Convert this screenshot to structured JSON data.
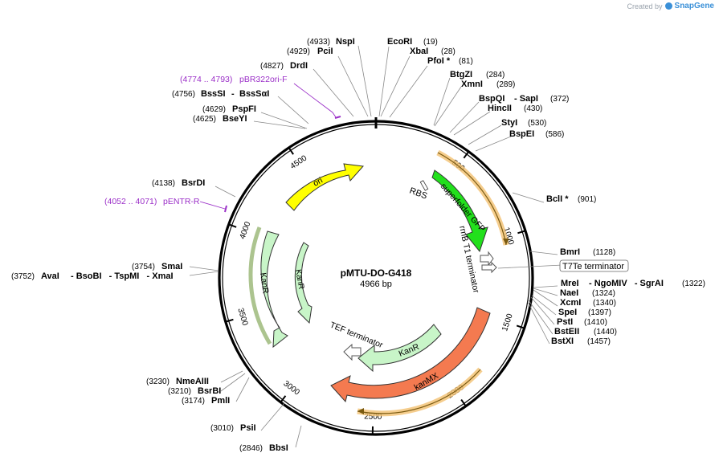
{
  "watermark": {
    "prefix": "Created by",
    "brand": "SnapGene"
  },
  "plasmid": {
    "name": "pMTU-DO-G418",
    "size_label": "4966 bp",
    "length": 4966
  },
  "ticks": [
    "500",
    "1000",
    "1500",
    "2000",
    "2500",
    "3000",
    "3500",
    "4000",
    "4500"
  ],
  "colors": {
    "backbone": "#000000",
    "gfp": "#22e01c",
    "kanR": "#c8f5c8",
    "kanMX": "#f47a50",
    "ori": "#ffff00",
    "orf": "#f2c070",
    "terminator": "#ffffff",
    "primer": "#9b30c8"
  },
  "features": [
    {
      "name": "superfolder GFP",
      "type": "gene"
    },
    {
      "name": "RBS",
      "type": "label"
    },
    {
      "name": "rrnB T1 terminator",
      "type": "terminator"
    },
    {
      "name": "T7Te terminator",
      "type": "terminator"
    },
    {
      "name": "kanMX",
      "type": "gene"
    },
    {
      "name": "KanR",
      "type": "gene"
    },
    {
      "name": "TEF terminator",
      "type": "terminator"
    },
    {
      "name": "KanR",
      "type": "gene"
    },
    {
      "name": "KanR",
      "type": "gene"
    },
    {
      "name": "ori",
      "type": "rep_origin"
    }
  ],
  "sites": [
    {
      "label": "NspI",
      "pos": "(4933)"
    },
    {
      "label": "PciI",
      "pos": "(4929)"
    },
    {
      "label": "DrdI",
      "pos": "(4827)"
    },
    {
      "label": "BssSI",
      "sep": "-",
      "label2": "BssSαI",
      "pos": "(4756)"
    },
    {
      "label": "PspFI",
      "pos": "(4629)"
    },
    {
      "label": "BseYI",
      "pos": "(4625)"
    },
    {
      "label": "BsrDI",
      "pos": "(4138)"
    },
    {
      "label": "SmaI",
      "pos": "(3754)"
    },
    {
      "label": "AvaI",
      "extra": "- BsoBI   - TspMI   - XmaI",
      "pos": "(3752)"
    },
    {
      "label": "NmeAIII",
      "pos": "(3230)"
    },
    {
      "label": "BsrBI",
      "pos": "(3210)"
    },
    {
      "label": "PmlI",
      "pos": "(3174)"
    },
    {
      "label": "PsiI",
      "pos": "(3010)"
    },
    {
      "label": "BbsI",
      "pos": "(2846)"
    },
    {
      "label": "EcoRI",
      "pos": "(19)"
    },
    {
      "label": "XbaI",
      "pos": "(28)"
    },
    {
      "label": "PfoI *",
      "pos": "(81)"
    },
    {
      "label": "BtgZI",
      "pos": "(284)"
    },
    {
      "label": "XmnI",
      "pos": "(289)"
    },
    {
      "label": "BspQI",
      "extra": "- SapI",
      "pos": "(372)"
    },
    {
      "label": "HincII",
      "pos": "(430)"
    },
    {
      "label": "StyI",
      "pos": "(530)"
    },
    {
      "label": "BspEI",
      "pos": "(586)"
    },
    {
      "label": "BclI *",
      "pos": "(901)"
    },
    {
      "label": "BmrI",
      "pos": "(1128)"
    },
    {
      "label": "MreI",
      "extra": "- NgoMIV   - SgrAI",
      "pos": "(1322)"
    },
    {
      "label": "NaeI",
      "pos": "(1324)"
    },
    {
      "label": "XcmI",
      "pos": "(1340)"
    },
    {
      "label": "SpeI",
      "pos": "(1397)"
    },
    {
      "label": "PstI",
      "pos": "(1410)"
    },
    {
      "label": "BstEII",
      "pos": "(1440)"
    },
    {
      "label": "BstXI",
      "pos": "(1457)"
    }
  ],
  "primers": [
    {
      "range": "(4774 .. 4793)",
      "name": "pBR322ori-F"
    },
    {
      "range": "(4052 .. 4071)",
      "name": "pENTR-R"
    }
  ]
}
